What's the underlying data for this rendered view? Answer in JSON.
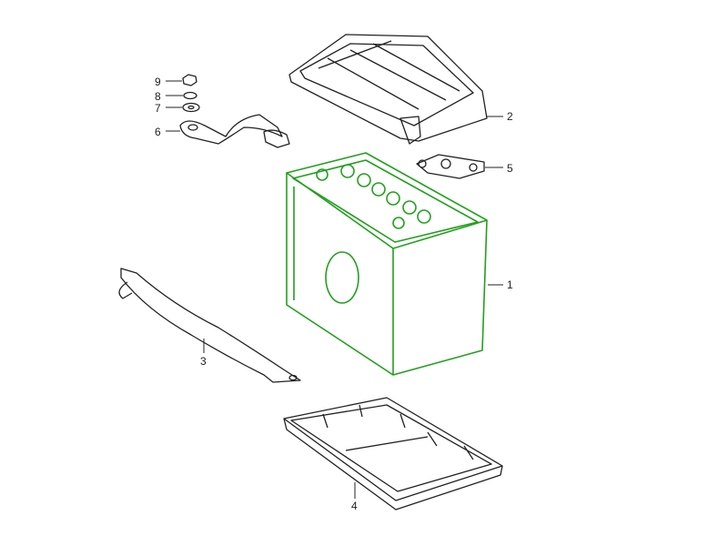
{
  "diagram": {
    "highlight_color": "#22a01e",
    "line_color": "#222222",
    "parts": [
      {
        "id": "battery",
        "label": "1"
      },
      {
        "id": "battery-cover",
        "label": "2"
      },
      {
        "id": "hold-down-strap",
        "label": "3"
      },
      {
        "id": "battery-tray",
        "label": "4"
      },
      {
        "id": "terminal-clamp",
        "label": "5"
      },
      {
        "id": "ground-strap",
        "label": "6"
      },
      {
        "id": "washer",
        "label": "7"
      },
      {
        "id": "lock-washer",
        "label": "8"
      },
      {
        "id": "nut",
        "label": "9"
      }
    ]
  }
}
